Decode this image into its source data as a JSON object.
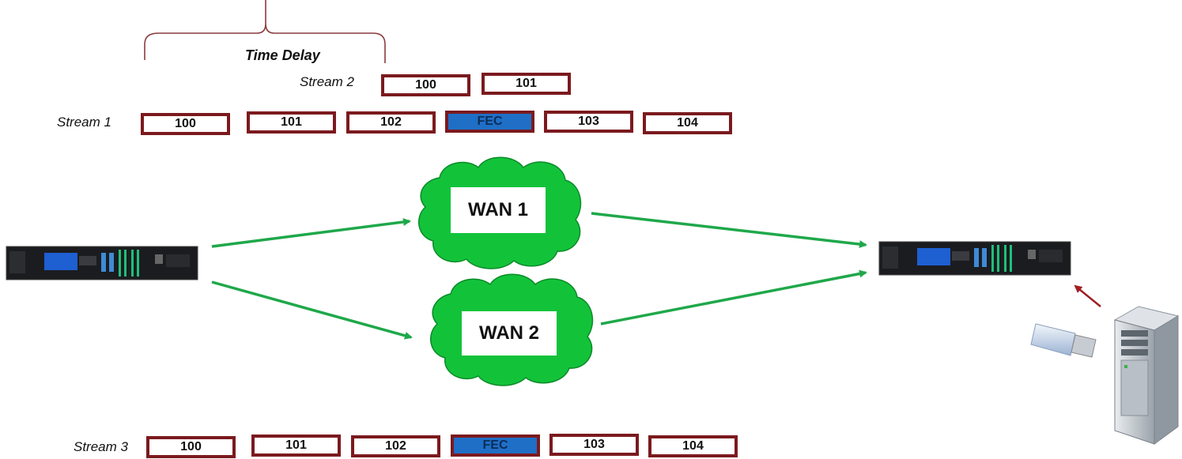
{
  "colors": {
    "packet_border": "#7b1a1e",
    "fec_fill": "#1f6fc6",
    "arrow_green": "#1fa84a",
    "cloud_green": "#12c33a",
    "pointer_red": "#a01e24"
  },
  "time_delay": {
    "label": "Time Delay"
  },
  "streams": [
    {
      "label": "Stream 2",
      "packets": [
        "100",
        "101"
      ]
    },
    {
      "label": "Stream 1",
      "packets": [
        "100",
        "101",
        "102",
        "FEC",
        "103",
        "104"
      ]
    },
    {
      "label": "Stream 3",
      "packets": [
        "100",
        "101",
        "102",
        "FEC",
        "103",
        "104"
      ]
    }
  ],
  "networks": [
    {
      "label": "WAN 1"
    },
    {
      "label": "WAN 2"
    }
  ],
  "devices": {
    "sender_icon": "rack-encoder-icon",
    "receiver_icon": "rack-decoder-icon",
    "usb_icon": "usb-drive-icon",
    "server_icon": "server-tower-icon"
  }
}
